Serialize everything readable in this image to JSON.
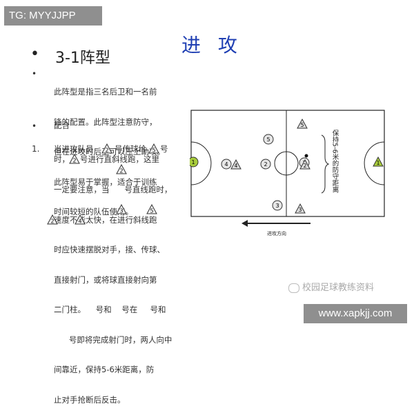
{
  "watermark": {
    "tag": "TG: MYYJJPP",
    "wechat": "校园足球教练资料",
    "url": "www.xapkjj.com"
  },
  "slide": {
    "title": "进 攻",
    "heading": "3-1阵型",
    "bullet_symbol": "•"
  },
  "paragraph1": {
    "lines": [
      "此阵型是指三名后卫和一名前",
      "锋的配置。此阵型注意防守，",
      "但在进攻时后卫可以压上助攻。",
      "此阵型易于掌握，适合于训练",
      "时间较短的队伍使用。"
    ]
  },
  "section2": {
    "label": "配合"
  },
  "item1": {
    "number": "1.",
    "line1a": "当进攻队员",
    "line1b": "号传球给",
    "line1c": "号",
    "line2a": "时，",
    "line2b": "号进行直斜线跑，这里",
    "lines_rest": [
      "一定要注意，当      号直线跑时，",
      "速度不能太快，在进行斜线跑",
      "时应快速摆脱对手，接、传球、",
      "直接射门，或将球直接射向第",
      "二门柱。    号和    号在     号和",
      "      号即将完成射门时，两人向中",
      "间靠近，保持5-6米距离，防",
      "止对手抢断后反击。"
    ],
    "tri_labels": [
      "2",
      "5",
      "2",
      "2",
      "3",
      "5",
      "2",
      "4"
    ]
  },
  "field": {
    "arrow_label": "进攻方向",
    "side_label": "保持5-6米的防守距离",
    "players": {
      "circles": [
        "1",
        "4",
        "5",
        "2",
        "2",
        "3"
      ],
      "triangles": [
        "4",
        "5",
        "2",
        "3",
        "1"
      ]
    },
    "colors": {
      "line": "#222222",
      "circle_fill": "#e6e6e6",
      "triangle_fill": "#dcdcdc",
      "goalkeeper_fill": "#a8cc3c"
    }
  }
}
